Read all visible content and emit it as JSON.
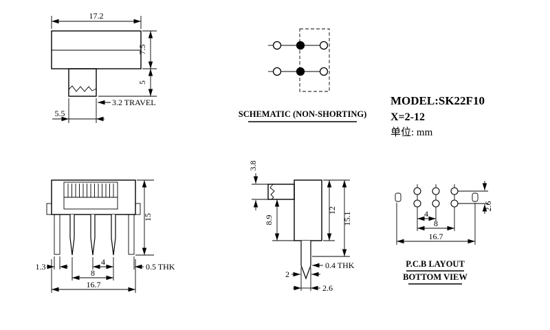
{
  "title_block": {
    "model": "MODEL:SK22F10",
    "range": "X=2-12",
    "unit": "单位: mm"
  },
  "front_view": {
    "width": "17.2",
    "height": "7.5",
    "knob_height": "5",
    "knob_width": "5.5",
    "travel": "3.2 TRAVEL"
  },
  "schematic": {
    "caption": "SCHEMATIC (NON-SHORTING)"
  },
  "side_view": {
    "total_height": "15",
    "tab_width": "1.3",
    "pin_pitch": "4",
    "pin_span": "8",
    "total_width": "16.7",
    "thickness": "0.5 THK"
  },
  "profile_view": {
    "knob_height": "3.8",
    "body_depth": "8.9",
    "body_height": "12",
    "total_height": "15.1",
    "pin_thickness": "0.4 THK",
    "pin_width": "2",
    "pin_offset": "2.6"
  },
  "pcb_layout": {
    "hole_pitch": "4",
    "hole_span": "8",
    "total_width": "16.7",
    "row_spacing": "2.6",
    "caption_line1": "P.C.B LAYOUT",
    "caption_line2": "BOTTOM VIEW"
  }
}
